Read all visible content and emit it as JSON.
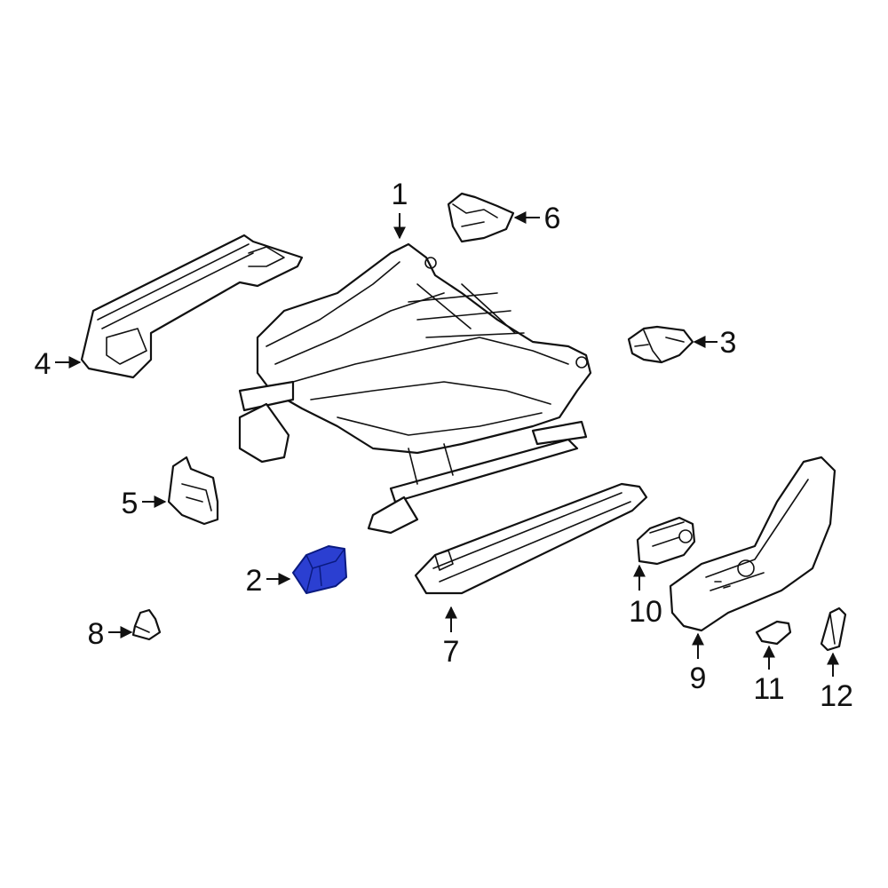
{
  "diagram": {
    "callouts": [
      {
        "id": "1",
        "label": "1"
      },
      {
        "id": "2",
        "label": "2"
      },
      {
        "id": "3",
        "label": "3"
      },
      {
        "id": "4",
        "label": "4"
      },
      {
        "id": "5",
        "label": "5"
      },
      {
        "id": "6",
        "label": "6"
      },
      {
        "id": "7",
        "label": "7"
      },
      {
        "id": "8",
        "label": "8"
      },
      {
        "id": "9",
        "label": "9"
      },
      {
        "id": "10",
        "label": "10"
      },
      {
        "id": "11",
        "label": "11"
      },
      {
        "id": "12",
        "label": "12"
      }
    ],
    "highlighted_part": "2",
    "highlight_color": "#2b3fd1",
    "line_color": "#111111"
  }
}
